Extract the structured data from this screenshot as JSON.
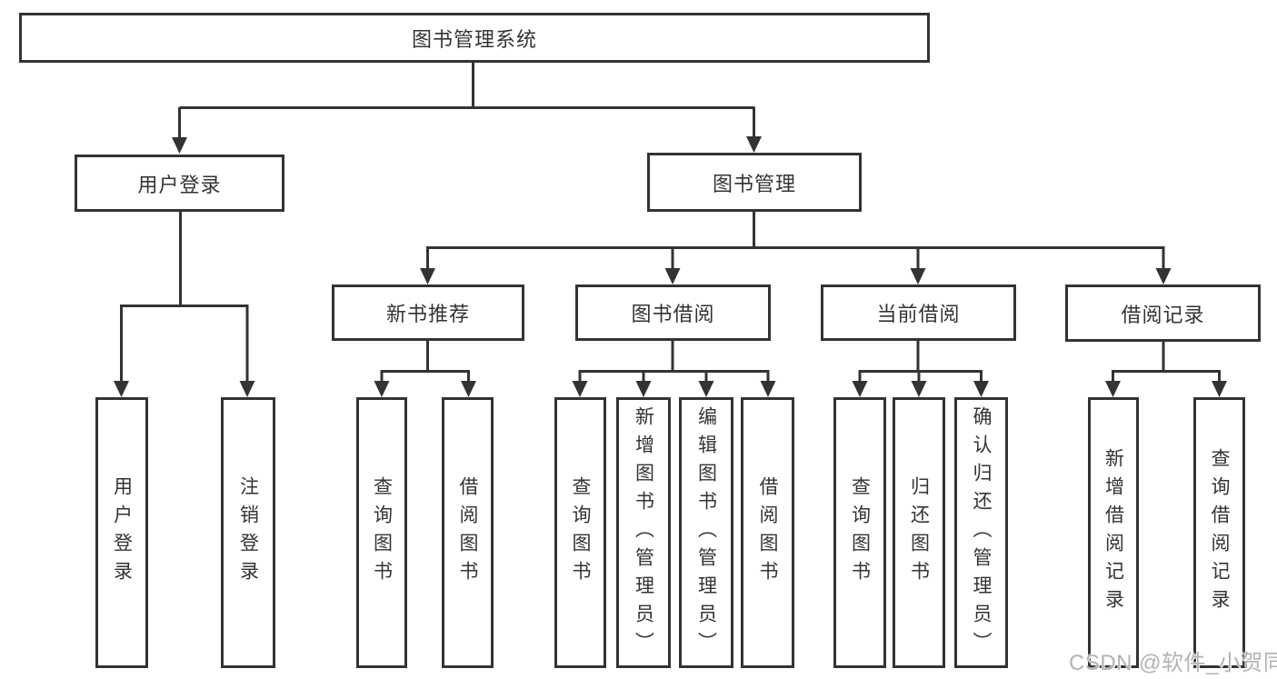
{
  "diagram": {
    "title": "图书管理系统",
    "level1": [
      {
        "label": "用户登录"
      },
      {
        "label": "图书管理"
      }
    ],
    "level2": [
      {
        "label": "新书推荐",
        "parent": "图书管理"
      },
      {
        "label": "图书借阅",
        "parent": "图书管理"
      },
      {
        "label": "当前借阅",
        "parent": "图书管理"
      },
      {
        "label": "借阅记录",
        "parent": "图书管理"
      }
    ],
    "leaves": [
      {
        "label": "用户登录",
        "parent": "用户登录"
      },
      {
        "label": "注销登录",
        "parent": "用户登录"
      },
      {
        "label": "查询图书",
        "parent": "新书推荐"
      },
      {
        "label": "借阅图书",
        "parent": "新书推荐"
      },
      {
        "label": "查询图书",
        "parent": "图书借阅"
      },
      {
        "label": "新增图书（管理员）",
        "parent": "图书借阅"
      },
      {
        "label": "编辑图书（管理员）",
        "parent": "图书借阅"
      },
      {
        "label": "借阅图书",
        "parent": "图书借阅"
      },
      {
        "label": "查询图书",
        "parent": "当前借阅"
      },
      {
        "label": "归还图书",
        "parent": "当前借阅"
      },
      {
        "label": "确认归还（管理员）",
        "parent": "当前借阅"
      },
      {
        "label": "新增借阅记录",
        "parent": "借阅记录"
      },
      {
        "label": "查询借阅记录",
        "parent": "借阅记录"
      }
    ]
  },
  "watermark": {
    "text": "CSDN @软件_小贺同学"
  },
  "colors": {
    "line": "#333333",
    "box_border": "#333333",
    "text": "#333333",
    "background": "#ffffff",
    "watermark": "#b3b3b3"
  }
}
